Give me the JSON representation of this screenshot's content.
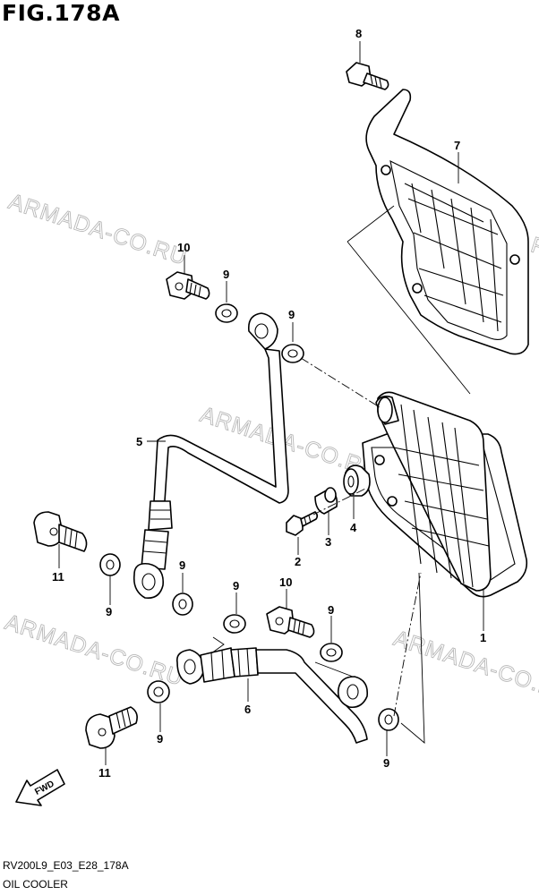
{
  "figure": {
    "title": "FIG.178A",
    "code": "RV200L9_E03_E28_178A",
    "name": "OIL COOLER"
  },
  "watermark": "ARMADA-CO.RU",
  "fwd_label": "FWD",
  "callouts": {
    "c1": "1",
    "c2": "2",
    "c3": "3",
    "c4": "4",
    "c5": "5",
    "c6": "6",
    "c7": "7",
    "c8": "8",
    "c9a": "9",
    "c9b": "9",
    "c9c": "9",
    "c9d": "9",
    "c9e": "9",
    "c9f": "9",
    "c9g": "9",
    "c9h": "9",
    "c10a": "10",
    "c10b": "10",
    "c11a": "11",
    "c11b": "11"
  }
}
